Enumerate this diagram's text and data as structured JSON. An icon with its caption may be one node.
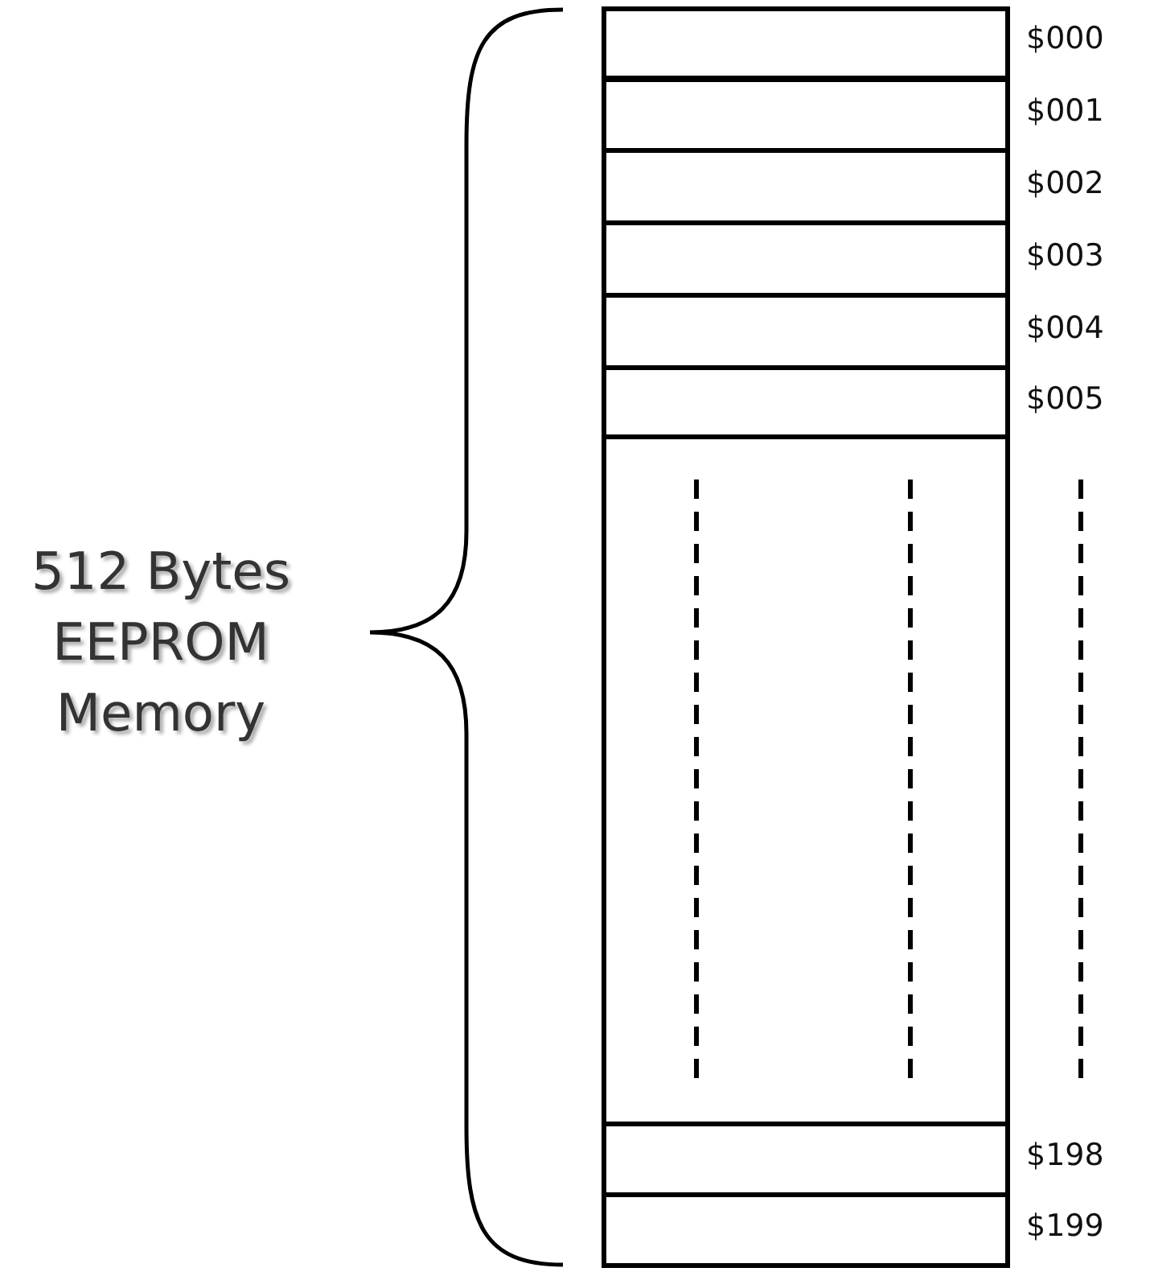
{
  "diagram": {
    "nodes": [
      {
        "text": [],
        "shape": "box",
        "beside": [
          "$000"
        ]
      },
      {
        "text": [],
        "shape": "box",
        "beside": [
          "$001"
        ]
      },
      {
        "text": [],
        "shape": "box",
        "beside": [
          "$002"
        ]
      },
      {
        "text": [],
        "shape": "box",
        "beside": [
          "$003"
        ]
      },
      {
        "text": [],
        "shape": "box",
        "beside": [
          "$004"
        ]
      },
      {
        "text": [],
        "shape": "box",
        "beside": [
          "$005"
        ]
      },
      {
        "text": [],
        "shape": "box"
      },
      {
        "text": [],
        "shape": "box",
        "beside": [
          "$198"
        ]
      },
      {
        "text": [],
        "shape": "box",
        "beside": [
          "$199"
        ]
      }
    ],
    "edges": [],
    "labels": [
      "512 Bytes EEPROM Memory"
    ]
  }
}
